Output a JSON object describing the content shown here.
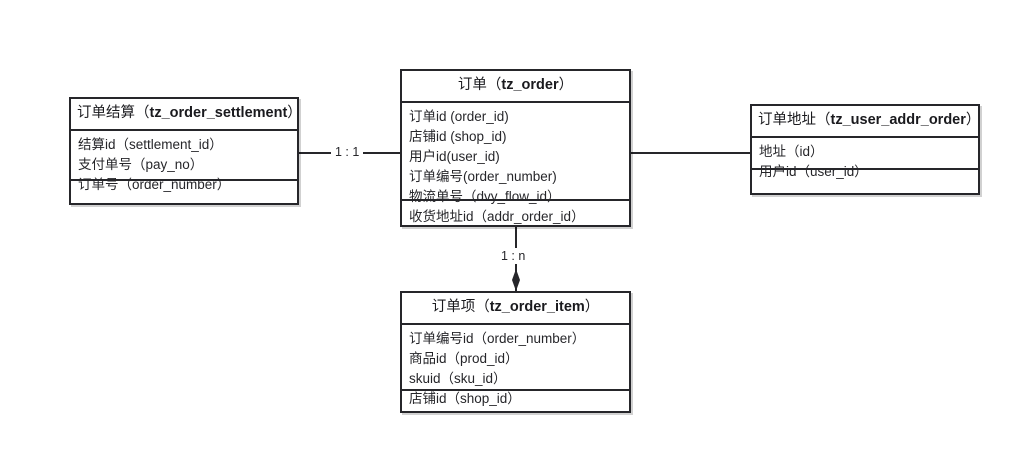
{
  "diagram": {
    "type": "er-diagram",
    "title_prefix_separator": "（",
    "entities": [
      {
        "id": "tz_order_settlement",
        "display_name": "订单结算",
        "table_name": "tz_order_settlement",
        "title": "订单结算（tz_order_settlement）",
        "attributes": [
          "结算id（settlement_id）",
          "支付单号（pay_no）",
          "订单号（order_number）"
        ]
      },
      {
        "id": "tz_order",
        "display_name": "订单",
        "table_name": "tz_order",
        "title": "订单（tz_order）",
        "attributes": [
          "订单id (order_id)",
          "店铺id (shop_id)",
          "用户id(user_id)",
          "订单编号(order_number)",
          "物流单号（dvy_flow_id）",
          "收货地址id（addr_order_id）"
        ]
      },
      {
        "id": "tz_user_addr_order",
        "display_name": "订单地址",
        "table_name": "tz_user_addr_order",
        "title": "订单地址（tz_user_addr_order）",
        "attributes": [
          "地址（id）",
          "用户id（user_id）"
        ]
      },
      {
        "id": "tz_order_item",
        "display_name": "订单项",
        "table_name": "tz_order_item",
        "title": "订单项（tz_order_item）",
        "attributes": [
          "订单编号id（order_number）",
          "商品id（prod_id）",
          "skuid（sku_id）",
          "店铺id（shop_id）"
        ]
      }
    ],
    "relationships": [
      {
        "id": "settlement-to-order",
        "from": "tz_order_settlement",
        "to": "tz_order",
        "cardinality": "1 : 1",
        "arrow": "none"
      },
      {
        "id": "order-to-address",
        "from": "tz_order",
        "to": "tz_user_addr_order",
        "cardinality": "",
        "arrow": "none"
      },
      {
        "id": "order-to-order-item",
        "from": "tz_order",
        "to": "tz_order_item",
        "cardinality": "1 : n",
        "arrow": "filled-diamond"
      }
    ],
    "colors": {
      "stroke": "#26262a",
      "text": "#26262a",
      "background": "#ffffff"
    }
  }
}
